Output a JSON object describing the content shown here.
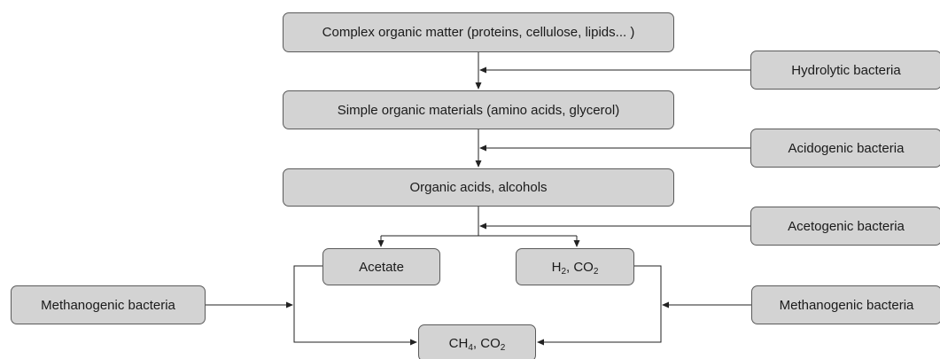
{
  "diagram": {
    "nodes": {
      "complex": {
        "label": "Complex organic matter (proteins, cellulose, lipids... )"
      },
      "simple": {
        "label": "Simple organic materials (amino acids, glycerol)"
      },
      "acids": {
        "label": "Organic acids, alcohols"
      },
      "acetate": {
        "label": "Acetate"
      },
      "h2co2": {
        "label_parts": [
          "H",
          "2",
          ", CO",
          "2"
        ]
      },
      "ch4co2": {
        "label_parts": [
          "CH",
          "4",
          ", CO",
          "2"
        ]
      }
    },
    "agents": {
      "hydrolytic": {
        "label": "Hydrolytic bacteria"
      },
      "acidogenic": {
        "label": "Acidogenic bacteria"
      },
      "acetogenic": {
        "label": "Acetogenic bacteria"
      },
      "methanogenic_left": {
        "label": "Methanogenic bacteria"
      },
      "methanogenic_right": {
        "label": "Methanogenic bacteria"
      }
    },
    "colors": {
      "box_fill": "#d3d3d3",
      "box_border": "#5a5a5a",
      "line": "#222222"
    }
  }
}
